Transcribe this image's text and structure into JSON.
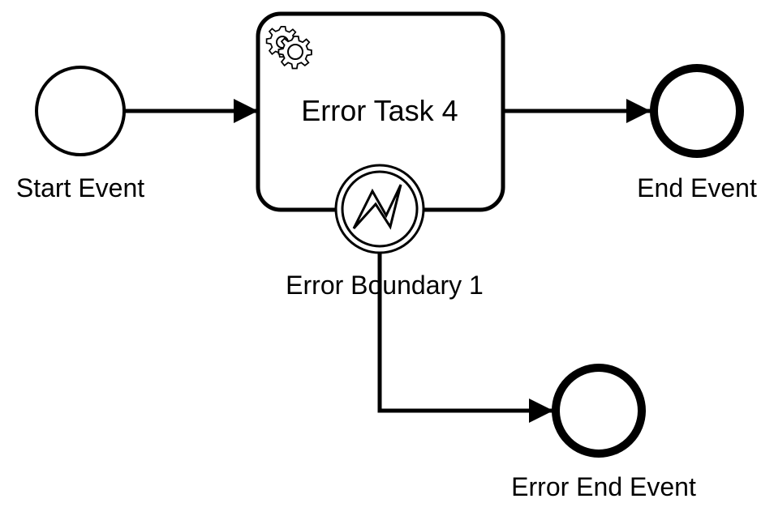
{
  "diagram": {
    "type": "bpmn",
    "nodes": {
      "start_event": {
        "label": "Start Event",
        "kind": "start-event"
      },
      "task": {
        "label": "Error Task 4",
        "kind": "service-task",
        "icon": "gear-icon"
      },
      "end_event": {
        "label": "End Event",
        "kind": "end-event"
      },
      "boundary": {
        "label": "Error Boundary 1",
        "kind": "error-boundary-event",
        "icon": "lightning-icon"
      },
      "error_end": {
        "label": "Error End Event",
        "kind": "end-event"
      }
    },
    "edges": [
      {
        "from": "start_event",
        "to": "task"
      },
      {
        "from": "task",
        "to": "end_event"
      },
      {
        "from": "boundary",
        "to": "error_end"
      }
    ],
    "colors": {
      "stroke": "#000000",
      "fill": "#ffffff"
    }
  }
}
